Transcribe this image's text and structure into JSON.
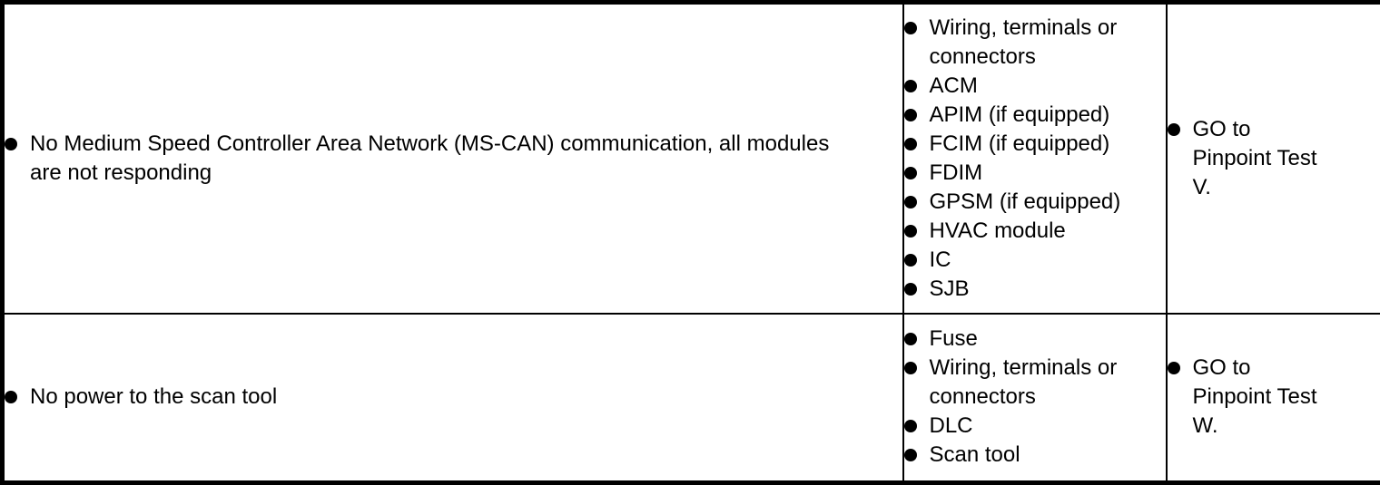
{
  "page": {
    "background_color": "#ffffff",
    "text_color": "#000000",
    "border_color": "#000000"
  },
  "table": {
    "rows": [
      {
        "symptom": "No Medium Speed Controller Area Network (MS-CAN) communication, all modules\nare not responding",
        "sources": [
          "Wiring, terminals or\nconnectors",
          "ACM",
          "APIM (if equipped)",
          "FCIM (if equipped)",
          "FDIM",
          "GPSM (if equipped)",
          "HVAC module",
          "IC",
          "SJB"
        ],
        "action": "GO to\nPinpoint Test\nV."
      },
      {
        "symptom": "No power to the scan tool",
        "sources": [
          "Fuse",
          "Wiring, terminals or\nconnectors",
          "DLC",
          "Scan tool"
        ],
        "action": "GO to\nPinpoint Test\nW."
      }
    ]
  }
}
